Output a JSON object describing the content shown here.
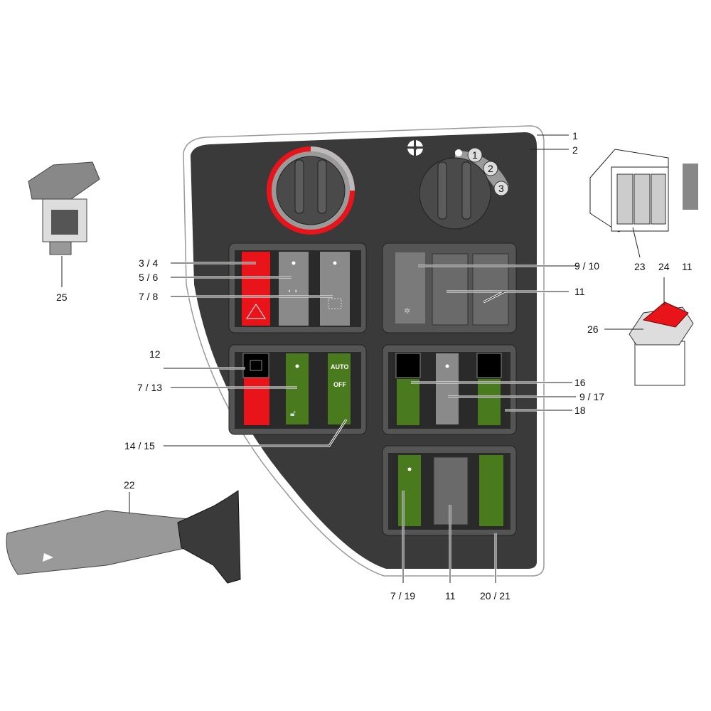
{
  "diagram": {
    "callouts": {
      "c1": "1",
      "c2": "2",
      "c3_4": "3 / 4",
      "c5_6": "5 / 6",
      "c7_8": "7 / 8",
      "c12": "12",
      "c7_13": "7 / 13",
      "c14_15": "14 / 15",
      "c9_10": "9 / 10",
      "c11_top": "11",
      "c16": "16",
      "c9_17": "9 / 17",
      "c18": "18",
      "c7_19": "7 / 19",
      "c11_bottom": "11",
      "c20_21": "20 / 21",
      "c22": "22",
      "c23": "23",
      "c24": "24",
      "c11_plate": "11",
      "c25": "25",
      "c26": "26"
    },
    "switch_text": {
      "auto": "AUTO",
      "off": "OFF"
    },
    "fan_speeds": [
      "1",
      "2",
      "3"
    ],
    "colors": {
      "panel": "#3a3a3a",
      "red": "#e8141a",
      "green": "#4a7a1e",
      "grey": "#8a8a8a",
      "knob": "#4a4a4a"
    }
  }
}
